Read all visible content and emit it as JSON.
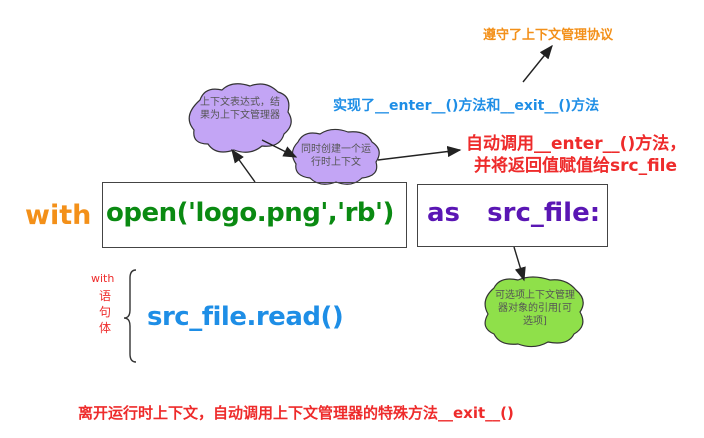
{
  "annotations": {
    "protocol": "遵守了上下文管理协议",
    "implements": "实现了__enter__()方法和__exit__()方法",
    "auto_enter_line1": "自动调用__enter__()方法，",
    "auto_enter_line2": "并将返回值赋值给src_file",
    "exit_note": "离开运行时上下文，自动调用上下文管理器的特殊方法__exit__()"
  },
  "clouds": {
    "expression": "上下文表达式，结果为上下文管理器",
    "runtime": "同时创建一个运行时上下文",
    "optional": "可选项上下文管理器对象的引用[可选项]"
  },
  "code": {
    "keyword_with": "with",
    "expression": "open('logo.png','rb')",
    "as_clause": "as   src_file:",
    "body": "src_file.read()"
  },
  "body_label": {
    "with": "with",
    "chars": [
      "语",
      "句",
      "体"
    ]
  },
  "colors": {
    "orange": "#f39019",
    "blue": "#1e8ee6",
    "red": "#ee2b2b",
    "green": "#0a8a12",
    "purple": "#5a16b4",
    "cloud_purple": "#c3a5f5",
    "cloud_green": "#8fe04a"
  }
}
